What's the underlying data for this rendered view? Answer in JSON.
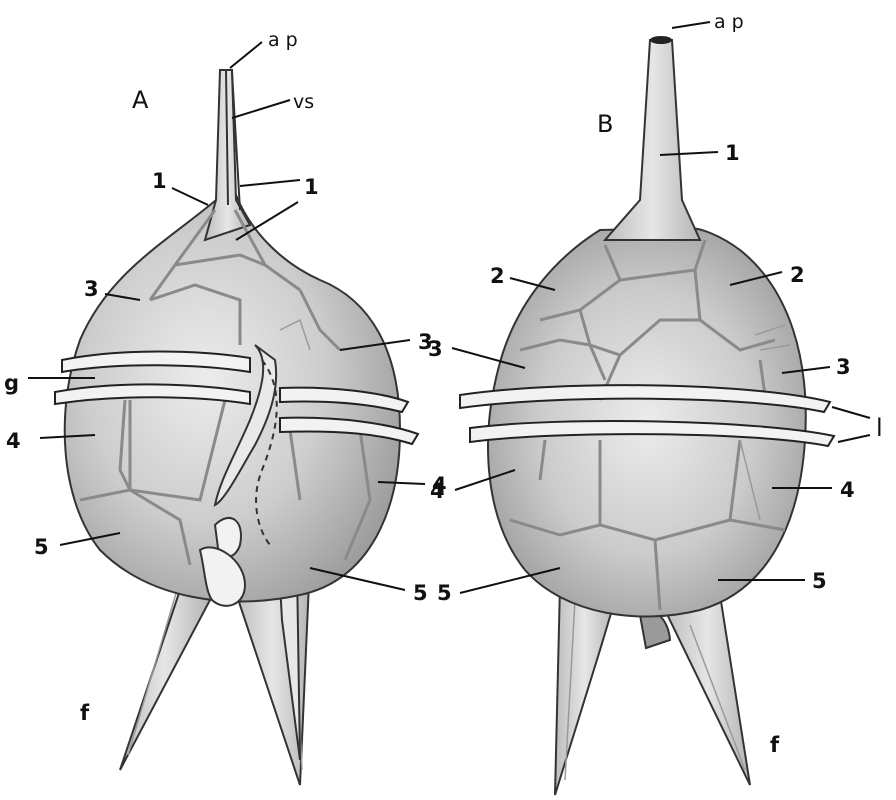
{
  "panels": {
    "a": {
      "title": "A"
    },
    "b": {
      "title": "B"
    }
  },
  "labels": {
    "a_ap": "a p",
    "a_vs": "vs",
    "a_1_left": "1",
    "a_1_right": "1",
    "a_3_left": "3",
    "a_3_right": "3",
    "a_g": "g",
    "a_4_left": "4",
    "a_4_right": "4",
    "a_5_left": "5",
    "a_5_right": "5",
    "a_f": "f",
    "b_ap": "a p",
    "b_1": "1",
    "b_2_left": "2",
    "b_2_right": "2",
    "b_3_left": "3",
    "b_3_right": "3",
    "b_l": "l",
    "b_4_left": "4",
    "b_4_right": "4",
    "b_5_left": "5",
    "b_5_right": "5",
    "b_f": "f"
  },
  "colors": {
    "cell_fill": "#cfcfcf",
    "cell_shade": "#9d9d9d",
    "plate_line": "#8a8a8a",
    "ink": "#111111",
    "girdle": "#f2f2f2"
  }
}
